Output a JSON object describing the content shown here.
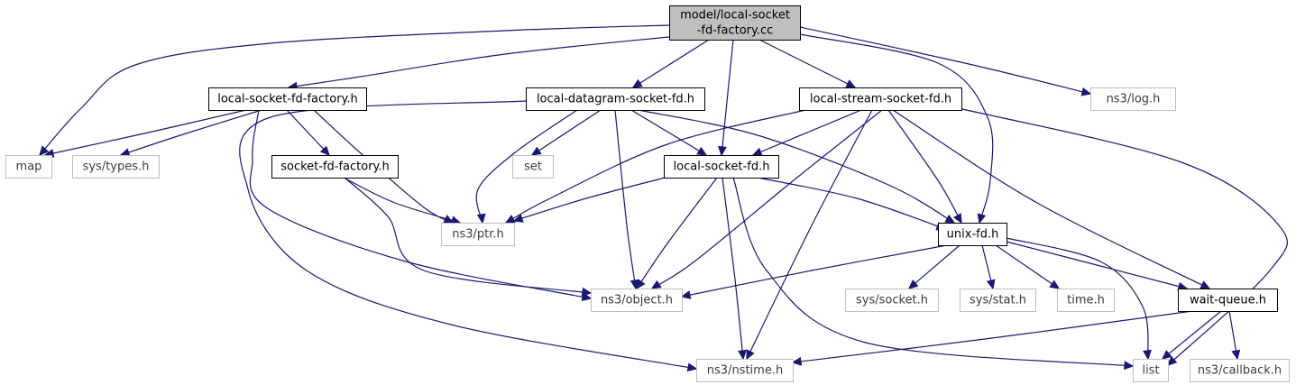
{
  "diagram": {
    "colors": {
      "edge": "#191970",
      "root_fill": "#bfbfbf",
      "node_fill": "#ffffff",
      "documented_border": "#000000",
      "external_border": "#bfbfbf",
      "documented_text": "#000000",
      "external_text": "#3c3c3c"
    },
    "nodes": [
      {
        "id": "root",
        "lines": [
          "model/local-socket",
          "-fd-factory.cc"
        ],
        "kind": "root"
      },
      {
        "id": "lsff",
        "lines": [
          "local-socket-fd-factory.h"
        ],
        "kind": "documented"
      },
      {
        "id": "ldsf",
        "lines": [
          "local-datagram-socket-fd.h"
        ],
        "kind": "documented"
      },
      {
        "id": "lssf",
        "lines": [
          "local-stream-socket-fd.h"
        ],
        "kind": "documented"
      },
      {
        "id": "log",
        "lines": [
          "ns3/log.h"
        ],
        "kind": "external"
      },
      {
        "id": "map",
        "lines": [
          "map"
        ],
        "kind": "external"
      },
      {
        "id": "types",
        "lines": [
          "sys/types.h"
        ],
        "kind": "external"
      },
      {
        "id": "sff",
        "lines": [
          "socket-fd-factory.h"
        ],
        "kind": "documented"
      },
      {
        "id": "set",
        "lines": [
          "set"
        ],
        "kind": "external"
      },
      {
        "id": "lsf",
        "lines": [
          "local-socket-fd.h"
        ],
        "kind": "documented"
      },
      {
        "id": "ptr",
        "lines": [
          "ns3/ptr.h"
        ],
        "kind": "external"
      },
      {
        "id": "unixfd",
        "lines": [
          "unix-fd.h"
        ],
        "kind": "documented"
      },
      {
        "id": "object",
        "lines": [
          "ns3/object.h"
        ],
        "kind": "external"
      },
      {
        "id": "socket",
        "lines": [
          "sys/socket.h"
        ],
        "kind": "external"
      },
      {
        "id": "stat",
        "lines": [
          "sys/stat.h"
        ],
        "kind": "external"
      },
      {
        "id": "time",
        "lines": [
          "time.h"
        ],
        "kind": "external"
      },
      {
        "id": "waitq",
        "lines": [
          "wait-queue.h"
        ],
        "kind": "documented"
      },
      {
        "id": "nstime",
        "lines": [
          "ns3/nstime.h"
        ],
        "kind": "external"
      },
      {
        "id": "list",
        "lines": [
          "list"
        ],
        "kind": "external"
      },
      {
        "id": "callback",
        "lines": [
          "ns3/callback.h"
        ],
        "kind": "external"
      }
    ],
    "edges": [
      {
        "from": "root",
        "to": "map"
      },
      {
        "from": "root",
        "to": "lsff"
      },
      {
        "from": "root",
        "to": "ldsf"
      },
      {
        "from": "root",
        "to": "lsf"
      },
      {
        "from": "root",
        "to": "lssf"
      },
      {
        "from": "root",
        "to": "log"
      },
      {
        "from": "root",
        "to": "unixfd"
      },
      {
        "from": "lsff",
        "to": "map"
      },
      {
        "from": "lsff",
        "to": "types"
      },
      {
        "from": "lsff",
        "to": "sff"
      },
      {
        "from": "lsff",
        "to": "ptr"
      },
      {
        "from": "lsff",
        "to": "object"
      },
      {
        "from": "sff",
        "to": "ptr"
      },
      {
        "from": "sff",
        "to": "object"
      },
      {
        "from": "ldsf",
        "to": "set"
      },
      {
        "from": "ldsf",
        "to": "ptr"
      },
      {
        "from": "ldsf",
        "to": "lsf"
      },
      {
        "from": "ldsf",
        "to": "object"
      },
      {
        "from": "ldsf",
        "to": "unixfd"
      },
      {
        "from": "ldsf",
        "to": "nstime"
      },
      {
        "from": "lssf",
        "to": "ptr"
      },
      {
        "from": "lssf",
        "to": "lsf"
      },
      {
        "from": "lssf",
        "to": "object"
      },
      {
        "from": "lssf",
        "to": "unixfd"
      },
      {
        "from": "lssf",
        "to": "waitq"
      },
      {
        "from": "lssf",
        "to": "nstime"
      },
      {
        "from": "lssf",
        "to": "list"
      },
      {
        "from": "lsf",
        "to": "ptr"
      },
      {
        "from": "lsf",
        "to": "object"
      },
      {
        "from": "lsf",
        "to": "unixfd"
      },
      {
        "from": "lsf",
        "to": "nstime"
      },
      {
        "from": "lsf",
        "to": "list"
      },
      {
        "from": "unixfd",
        "to": "object"
      },
      {
        "from": "unixfd",
        "to": "socket"
      },
      {
        "from": "unixfd",
        "to": "stat"
      },
      {
        "from": "unixfd",
        "to": "time"
      },
      {
        "from": "unixfd",
        "to": "waitq"
      },
      {
        "from": "unixfd",
        "to": "list"
      },
      {
        "from": "waitq",
        "to": "nstime"
      },
      {
        "from": "waitq",
        "to": "list"
      },
      {
        "from": "waitq",
        "to": "callback"
      }
    ]
  }
}
